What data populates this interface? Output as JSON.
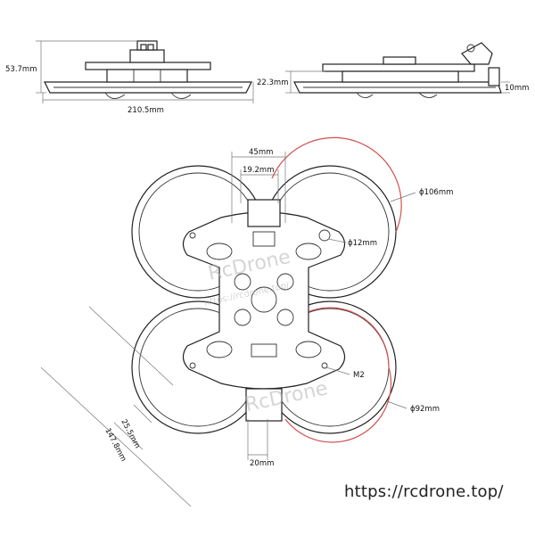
{
  "dimensions": {
    "height_front": "53.7mm",
    "width_front": "210.5mm",
    "height_side": "22.3mm",
    "thickness_side": "10mm",
    "top_width": "45mm",
    "top_inner": "19.2mm",
    "duct_outer": "ϕ106mm",
    "hole_size": "ϕ12mm",
    "screw": "M2",
    "duct_inner": "ϕ92mm",
    "offset": "25.5mm",
    "motor_distance": "147.8mm",
    "bottom_width": "20mm"
  },
  "watermarks": {
    "brand_main": "RcDrone",
    "brand_url": "https://rcdrone.top/",
    "brand_lower": "RcDrone"
  },
  "footer": {
    "url": "https://rcdrone.top/"
  },
  "colors": {
    "line": "#222222",
    "highlight": "#d05050",
    "dimension": "#777777"
  }
}
